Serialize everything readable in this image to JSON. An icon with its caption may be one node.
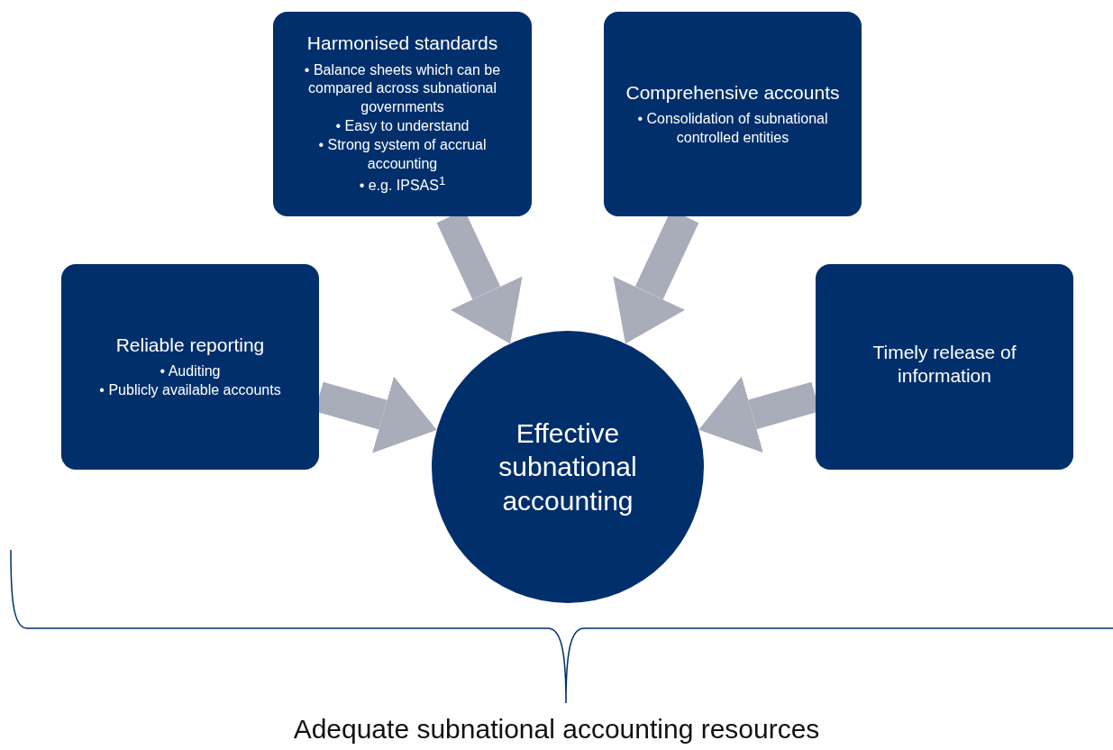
{
  "diagram": {
    "nodes": [
      {
        "text": [
          "Harmonised standards",
          "• Balance sheets which can be compared across subnational governments",
          "• Easy to understand",
          "• Strong system of accrual accounting",
          "• e.g. IPSAS$^{1}$"
        ]
      },
      {
        "text": [
          "Comprehensive accounts",
          "• Consolidation of subnational controlled entities"
        ]
      },
      {
        "text": [
          "Reliable reporting",
          "• Auditing",
          "• Publicly available accounts"
        ]
      },
      {
        "text": [
          "Timely release of information"
        ]
      },
      {
        "text": [
          "Effective subnational accounting"
        ]
      }
    ],
    "edges": [
      {
        "from": 0,
        "to": 4,
        "arrow": "to"
      },
      {
        "from": 1,
        "to": 4,
        "arrow": "to"
      },
      {
        "from": 2,
        "to": 4,
        "arrow": "to"
      },
      {
        "from": 3,
        "to": 4,
        "arrow": "to"
      }
    ],
    "labels": [
      "Adequate subnational accounting resources"
    ]
  }
}
